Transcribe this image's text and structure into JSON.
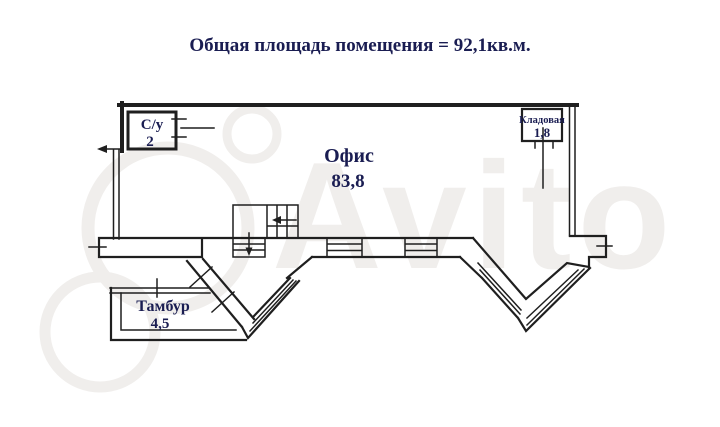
{
  "title": "Общая площадь помещения = 92,1кв.м.",
  "watermark_text": "Avito",
  "rooms": {
    "office": {
      "name": "Офис",
      "area": "83,8"
    },
    "bathroom": {
      "name": "С/у",
      "area": "2"
    },
    "storage": {
      "name": "Кладовая",
      "area": "1,8"
    },
    "vestibule": {
      "name": "Тамбур",
      "area": "4,5"
    }
  },
  "colors": {
    "text": "#1a1d52",
    "line": "#1f1f1f",
    "watermark": "#f0eeec",
    "background": "#ffffff"
  }
}
